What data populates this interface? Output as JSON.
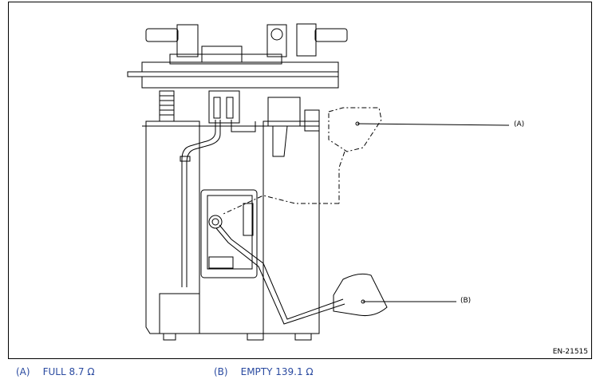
{
  "callouts": [
    {
      "key": "(A)"
    },
    {
      "key": "(B)"
    }
  ],
  "figure_id": "EN-21515",
  "legend": [
    {
      "key": "(A)",
      "text": "FULL 8.7 Ω"
    },
    {
      "key": "(B)",
      "text": "EMPTY 139.1 Ω"
    }
  ]
}
